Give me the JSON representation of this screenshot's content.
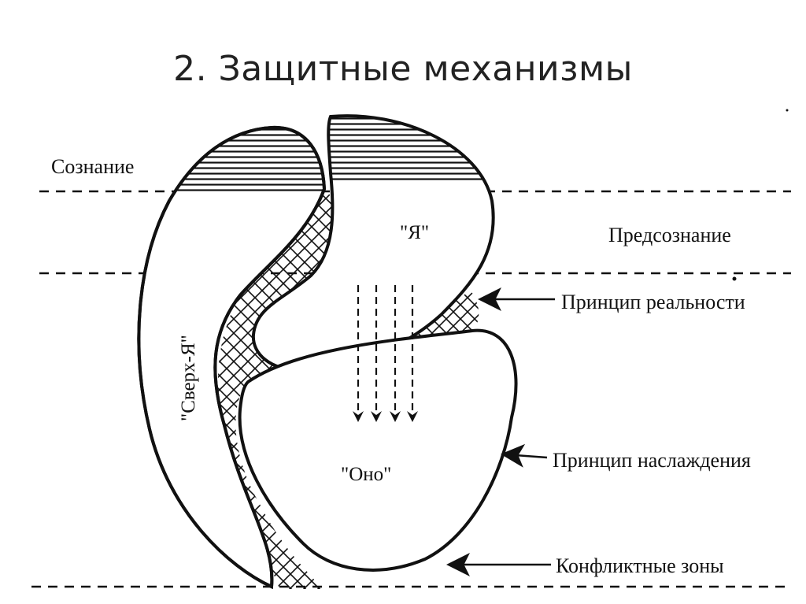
{
  "title": "2. Защитные механизмы",
  "levels": {
    "conscious": "Сознание",
    "preconscious": "Предсознание"
  },
  "regions": {
    "superego": "\"Сверх-Я\"",
    "ego": "\"Я\"",
    "id": "\"Оно\""
  },
  "annotations": {
    "reality_principle": "Принцип реальности",
    "pleasure_principle": "Принцип наслаждения",
    "conflict_zones": "Конфликтные зоны"
  },
  "colors": {
    "ink": "#111111",
    "background": "#ffffff"
  }
}
